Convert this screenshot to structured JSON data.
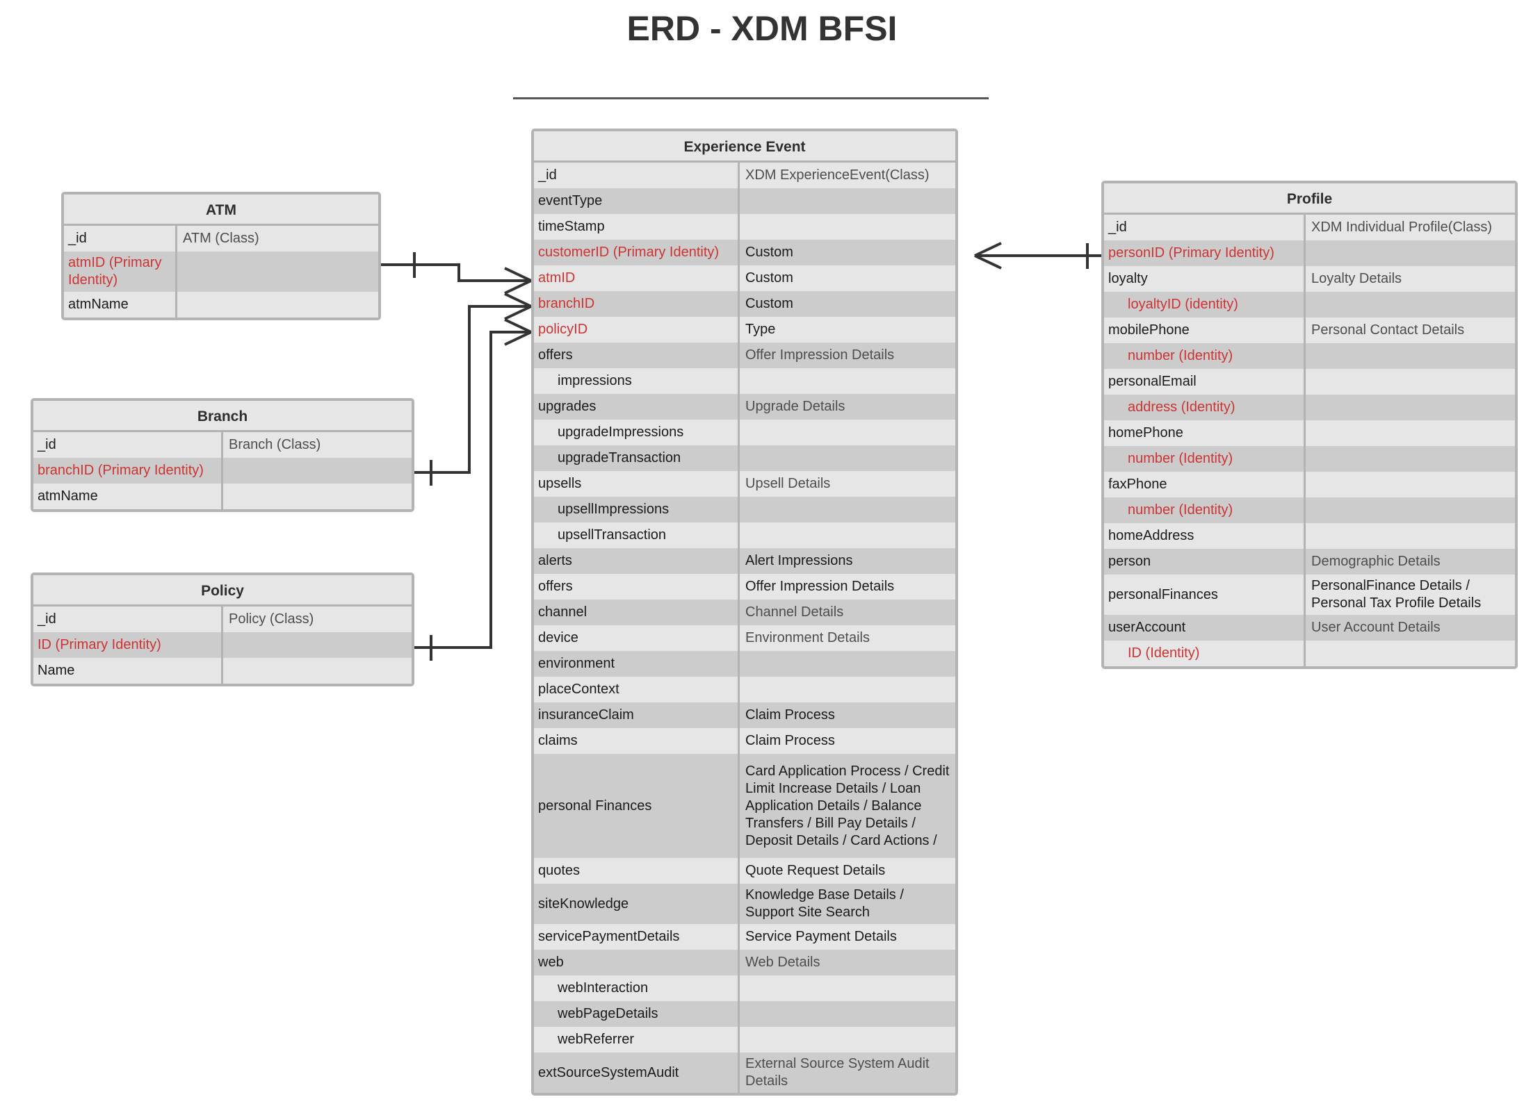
{
  "title": "ERD - XDM BFSI",
  "entities": {
    "atm": {
      "name": "ATM",
      "rows": [
        {
          "name": "_id",
          "value": "ATM (Class)"
        },
        {
          "name": "atmID (Primary Identity)",
          "value": "",
          "red": true
        },
        {
          "name": "atmName",
          "value": ""
        }
      ]
    },
    "branch": {
      "name": "Branch",
      "rows": [
        {
          "name": "_id",
          "value": "Branch (Class)"
        },
        {
          "name": "branchID (Primary Identity)",
          "value": "",
          "red": true
        },
        {
          "name": "atmName",
          "value": ""
        }
      ]
    },
    "policy": {
      "name": "Policy",
      "rows": [
        {
          "name": "_id",
          "value": "Policy (Class)"
        },
        {
          "name": "ID (Primary Identity)",
          "value": "",
          "red": true
        },
        {
          "name": "Name",
          "value": ""
        }
      ]
    },
    "experience_event": {
      "name": "Experience Event",
      "rows": [
        {
          "name": "_id",
          "value": "XDM ExperienceEvent(Class)"
        },
        {
          "name": "eventType",
          "value": ""
        },
        {
          "name": "timeStamp",
          "value": ""
        },
        {
          "name": "customerID (Primary Identity)",
          "value": "Custom",
          "red": true,
          "valueDark": true
        },
        {
          "name": "atmID",
          "value": "Custom",
          "red": true,
          "valueDark": true
        },
        {
          "name": "branchID",
          "value": "Custom",
          "red": true,
          "valueDark": true
        },
        {
          "name": "policyID",
          "value": "Type",
          "red": true,
          "valueDark": true
        },
        {
          "name": "offers",
          "value": "Offer Impression Details"
        },
        {
          "name": "impressions",
          "value": "",
          "indent": true
        },
        {
          "name": "upgrades",
          "value": "Upgrade Details"
        },
        {
          "name": "upgradeImpressions",
          "value": "",
          "indent": true
        },
        {
          "name": "upgradeTransaction",
          "value": "",
          "indent": true
        },
        {
          "name": "upsells",
          "value": "Upsell Details"
        },
        {
          "name": "upsellImpressions",
          "value": "",
          "indent": true
        },
        {
          "name": "upsellTransaction",
          "value": "",
          "indent": true
        },
        {
          "name": "alerts",
          "value": "Alert Impressions",
          "valueDark": true
        },
        {
          "name": "offers",
          "value": "Offer Impression Details",
          "valueDark": true
        },
        {
          "name": "channel",
          "value": "Channel Details"
        },
        {
          "name": "device",
          "value": "Environment Details"
        },
        {
          "name": "environment",
          "value": ""
        },
        {
          "name": "placeContext",
          "value": ""
        },
        {
          "name": "insuranceClaim",
          "value": "Claim Process",
          "valueDark": true
        },
        {
          "name": "claims",
          "value": "Claim Process",
          "valueDark": true
        },
        {
          "name": "personal Finances",
          "value": "Card Application Process / Credit Limit Increase Details / Loan Application Details / Balance Transfers / Bill Pay Details /  Deposit Details / Card Actions /",
          "valueDark": true,
          "height": 150
        },
        {
          "name": "quotes",
          "value": "Quote Request Details",
          "valueDark": true
        },
        {
          "name": "siteKnowledge",
          "value": "Knowledge Base Details / Support Site Search",
          "valueDark": true,
          "height": 48
        },
        {
          "name": "servicePaymentDetails",
          "value": "Service Payment Details",
          "valueDark": true
        },
        {
          "name": "web",
          "value": "Web Details"
        },
        {
          "name": "webInteraction",
          "value": "",
          "indent": true
        },
        {
          "name": "webPageDetails",
          "value": "",
          "indent": true
        },
        {
          "name": "webReferrer",
          "value": "",
          "indent": true
        },
        {
          "name": "extSourceSystemAudit",
          "value": "External Source System Audit Details",
          "height": 48
        }
      ]
    },
    "profile": {
      "name": "Profile",
      "rows": [
        {
          "name": "_id",
          "value": "XDM Individual Profile(Class)"
        },
        {
          "name": "personID (Primary Identity)",
          "value": "",
          "red": true
        },
        {
          "name": "loyalty",
          "value": "Loyalty Details"
        },
        {
          "name": "loyaltyID (identity)",
          "value": "",
          "red": true,
          "indent": true
        },
        {
          "name": "mobilePhone",
          "value": "Personal Contact Details"
        },
        {
          "name": "number (Identity)",
          "value": "",
          "red": true,
          "indent": true
        },
        {
          "name": "personalEmail",
          "value": ""
        },
        {
          "name": "address (Identity)",
          "value": "",
          "red": true,
          "indent": true
        },
        {
          "name": "homePhone",
          "value": ""
        },
        {
          "name": "number (Identity)",
          "value": "",
          "red": true,
          "indent": true
        },
        {
          "name": "faxPhone",
          "value": ""
        },
        {
          "name": "number (Identity)",
          "value": "",
          "red": true,
          "indent": true
        },
        {
          "name": "homeAddress",
          "value": ""
        },
        {
          "name": "person",
          "value": "Demographic Details"
        },
        {
          "name": "personalFinances",
          "value": "PersonalFinance Details / Personal Tax Profile Details",
          "valueDark": true,
          "height": 48
        },
        {
          "name": "userAccount",
          "value": "User Account Details"
        },
        {
          "name": "ID (Identity)",
          "value": "",
          "red": true,
          "indent": true
        }
      ]
    }
  },
  "relationships": [
    {
      "from": "ATM",
      "to": "Experience Event.atmID",
      "from_cardinality": "one",
      "to_cardinality": "many"
    },
    {
      "from": "Branch",
      "to": "Experience Event.branchID",
      "from_cardinality": "one",
      "to_cardinality": "many"
    },
    {
      "from": "Policy",
      "to": "Experience Event.policyID",
      "from_cardinality": "one",
      "to_cardinality": "many"
    },
    {
      "from": "Experience Event.customerID",
      "to": "Profile.personID",
      "from_cardinality": "many",
      "to_cardinality": "one"
    }
  ],
  "colors": {
    "identity_red": "#cc3333",
    "row_light": "#e6e6e6",
    "row_dark": "#cccccc",
    "border": "#b3b3b3",
    "line": "#333333",
    "title_text": "#333333"
  }
}
